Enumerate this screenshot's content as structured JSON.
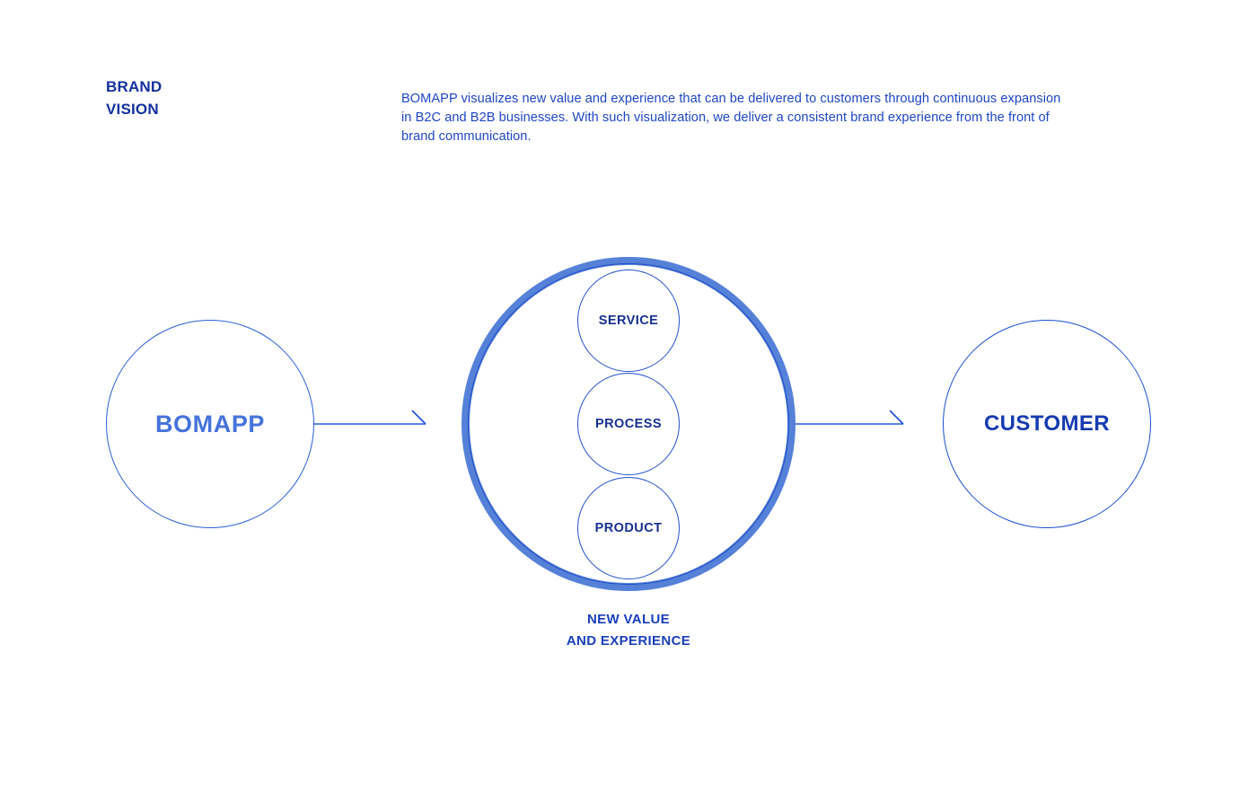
{
  "header": {
    "section_title": "BRAND\nVISION",
    "paragraph": "BOMAPP visualizes new value and experience that can be delivered to customers through continuous expansion in B2C and B2B businesses. With such visualization, we deliver a consistent brand experience from the front of brand communication."
  },
  "diagram": {
    "left_node": {
      "label": "BOMAPP"
    },
    "right_node": {
      "label": "CUSTOMER"
    },
    "center": {
      "caption": "NEW VALUE\nAND EXPERIENCE",
      "inner_circles": [
        {
          "label": "SERVICE"
        },
        {
          "label": "PROCESS"
        },
        {
          "label": "PRODUCT"
        }
      ]
    },
    "arrows": [
      {
        "name": "bomapp-to-center"
      },
      {
        "name": "center-to-customer"
      }
    ]
  },
  "colors": {
    "title_navy": "#13309e",
    "paragraph_blue": "#1f47c4",
    "brand_blue": "#4573da",
    "ring_blue": "#5581d8",
    "outline_blue": "#2452cb",
    "label_navy": "#16308f",
    "background": "#ffffff"
  }
}
